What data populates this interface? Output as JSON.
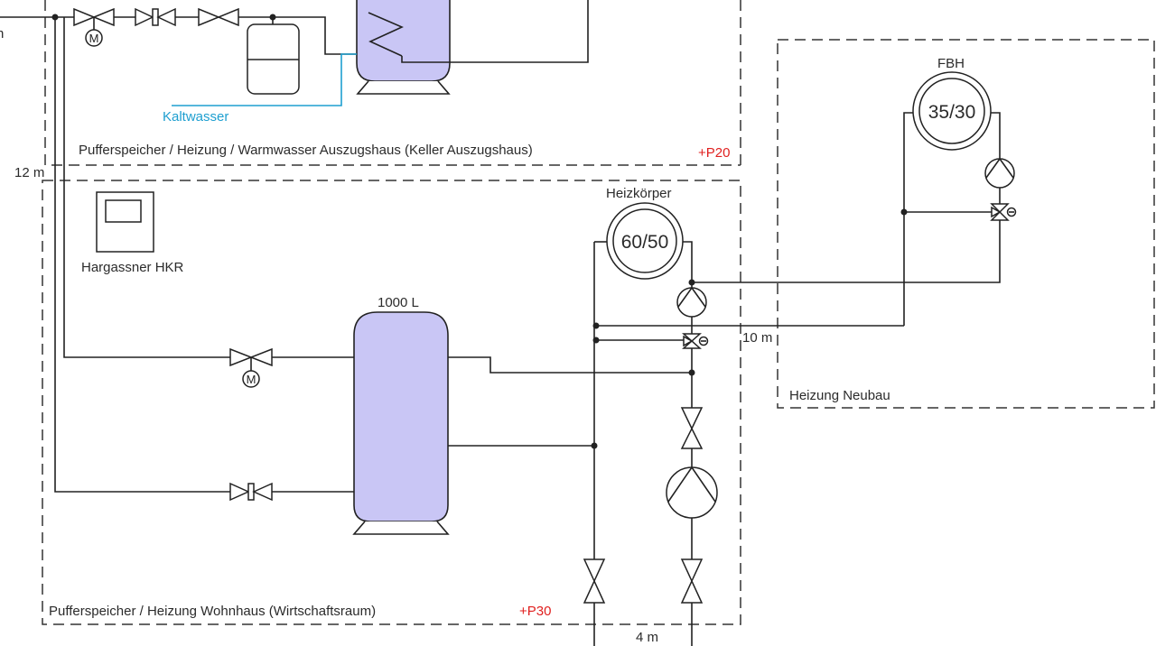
{
  "zones": {
    "auszugshaus": {
      "label": "Pufferspeicher / Heizung / Warmwasser Auszugshaus (Keller Auszugshaus)",
      "tag": "+P20"
    },
    "wohnhaus": {
      "label": "Pufferspeicher / Heizung Wohnhaus (Wirtschaftsraum)",
      "tag": "+P30"
    },
    "neubau": {
      "label": "Heizung Neubau"
    }
  },
  "labels": {
    "kaltwasser": "Kaltwasser",
    "controller": "Hargassner HKR",
    "buffer_volume": "1000 L",
    "radiator_title": "Heizkörper",
    "radiator_temp": "60/50",
    "floor_title": "FBH",
    "floor_temp": "35/30",
    "dist_12": "12 m",
    "dist_10": "10 m",
    "dist_4": "4 m",
    "edge_fragment": "n"
  },
  "colors": {
    "tank_fill": "#c9c6f5",
    "cold_water": "#1e9fd0",
    "tag_red": "#e0201f"
  }
}
